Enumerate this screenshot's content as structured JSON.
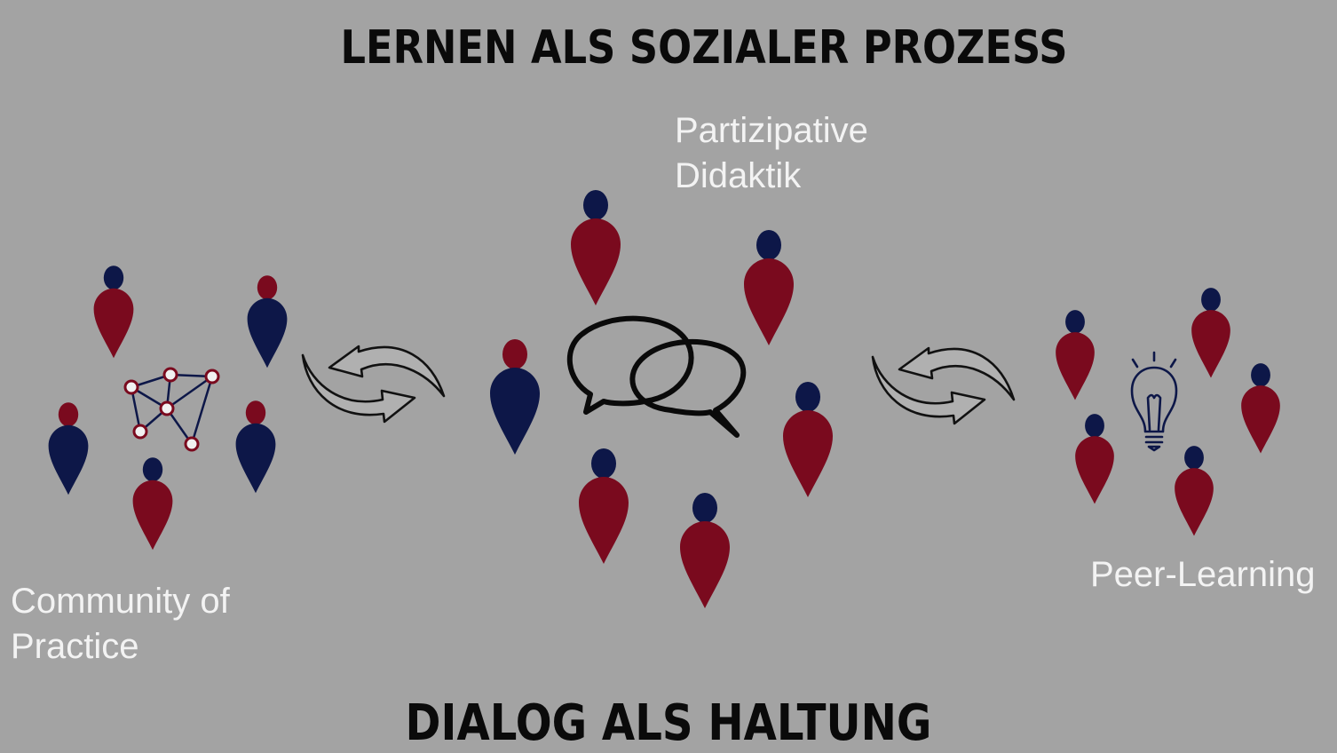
{
  "title": "LERNEN ALS SOZIALER PROZESS",
  "subtitle": "DIALOG ALS HALTUNG",
  "labels": {
    "center": [
      "Partizipative",
      "Didaktik"
    ],
    "left": [
      "Community of",
      "Practice"
    ],
    "right": [
      "Peer-Learning"
    ]
  },
  "colors": {
    "background": "#a3a3a3",
    "red": "#7a0a1e",
    "navy": "#0d1748",
    "network": "#7a0a1e",
    "text_heading": "#0a0a0a",
    "text_label": "#f3f3f3"
  },
  "icons": [
    "person-marker-icon",
    "network-icon",
    "swap-arrows-icon",
    "speech-bubbles-icon",
    "lightbulb-icon"
  ]
}
